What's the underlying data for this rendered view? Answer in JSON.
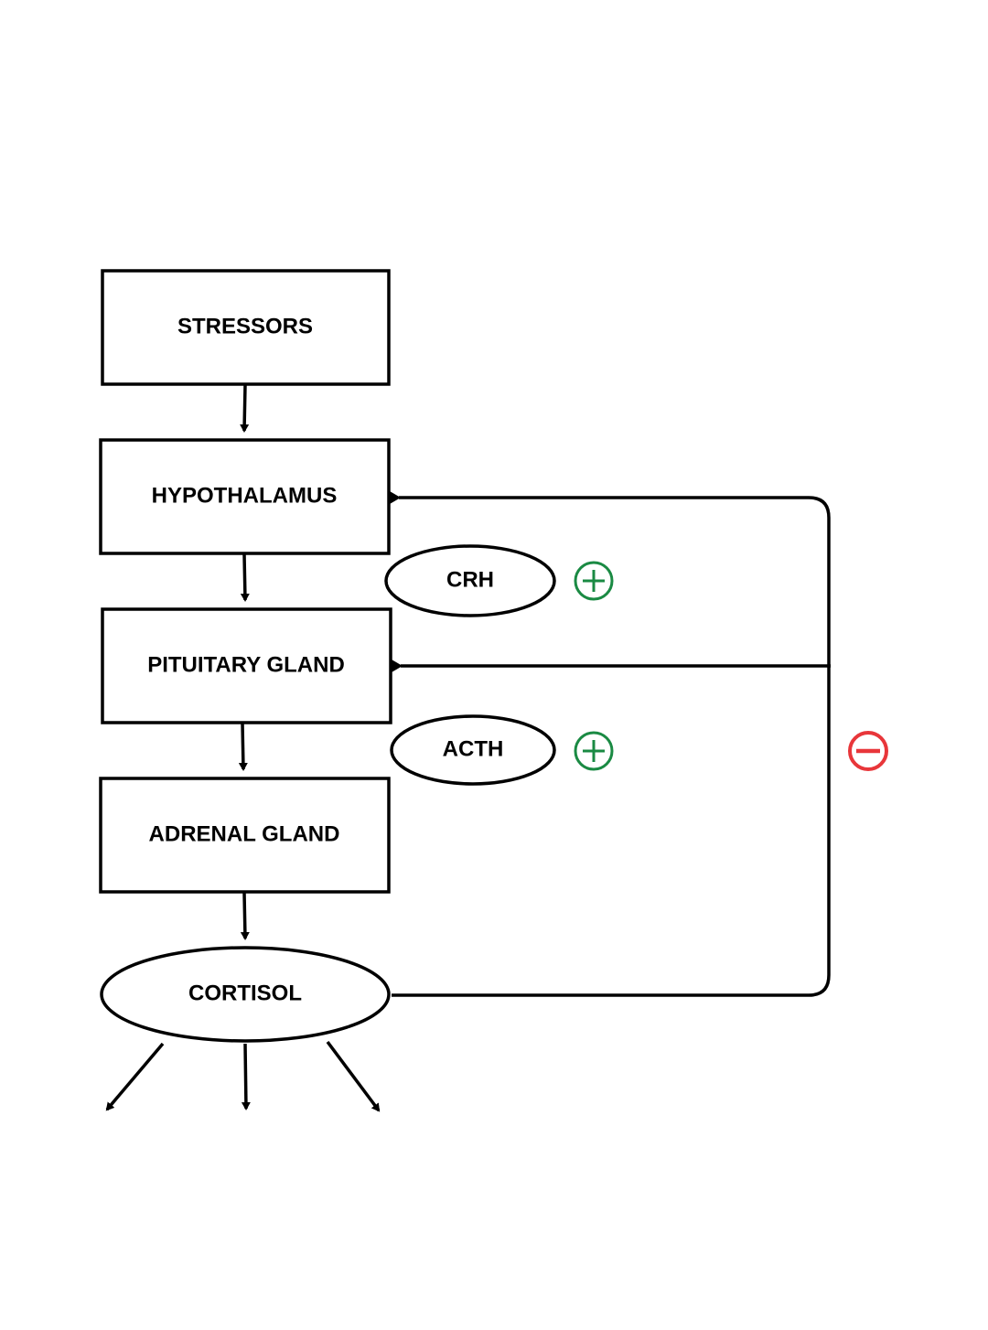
{
  "nodes": {
    "stressors": "STRESSORS",
    "hypothalamus": "HYPOTHALAMUS",
    "pituitary": "PITUITARY GLAND",
    "adrenal": "ADRENAL GLAND",
    "cortisol": "CORTISOL",
    "crh": "CRH",
    "acth": "ACTH"
  },
  "signs": {
    "crh_effect": "+",
    "acth_effect": "+",
    "feedback_effect": "−"
  },
  "colors": {
    "stroke": "#000000",
    "positive": "#1a8a43",
    "negative": "#e8363a",
    "background": "#ffffff"
  }
}
